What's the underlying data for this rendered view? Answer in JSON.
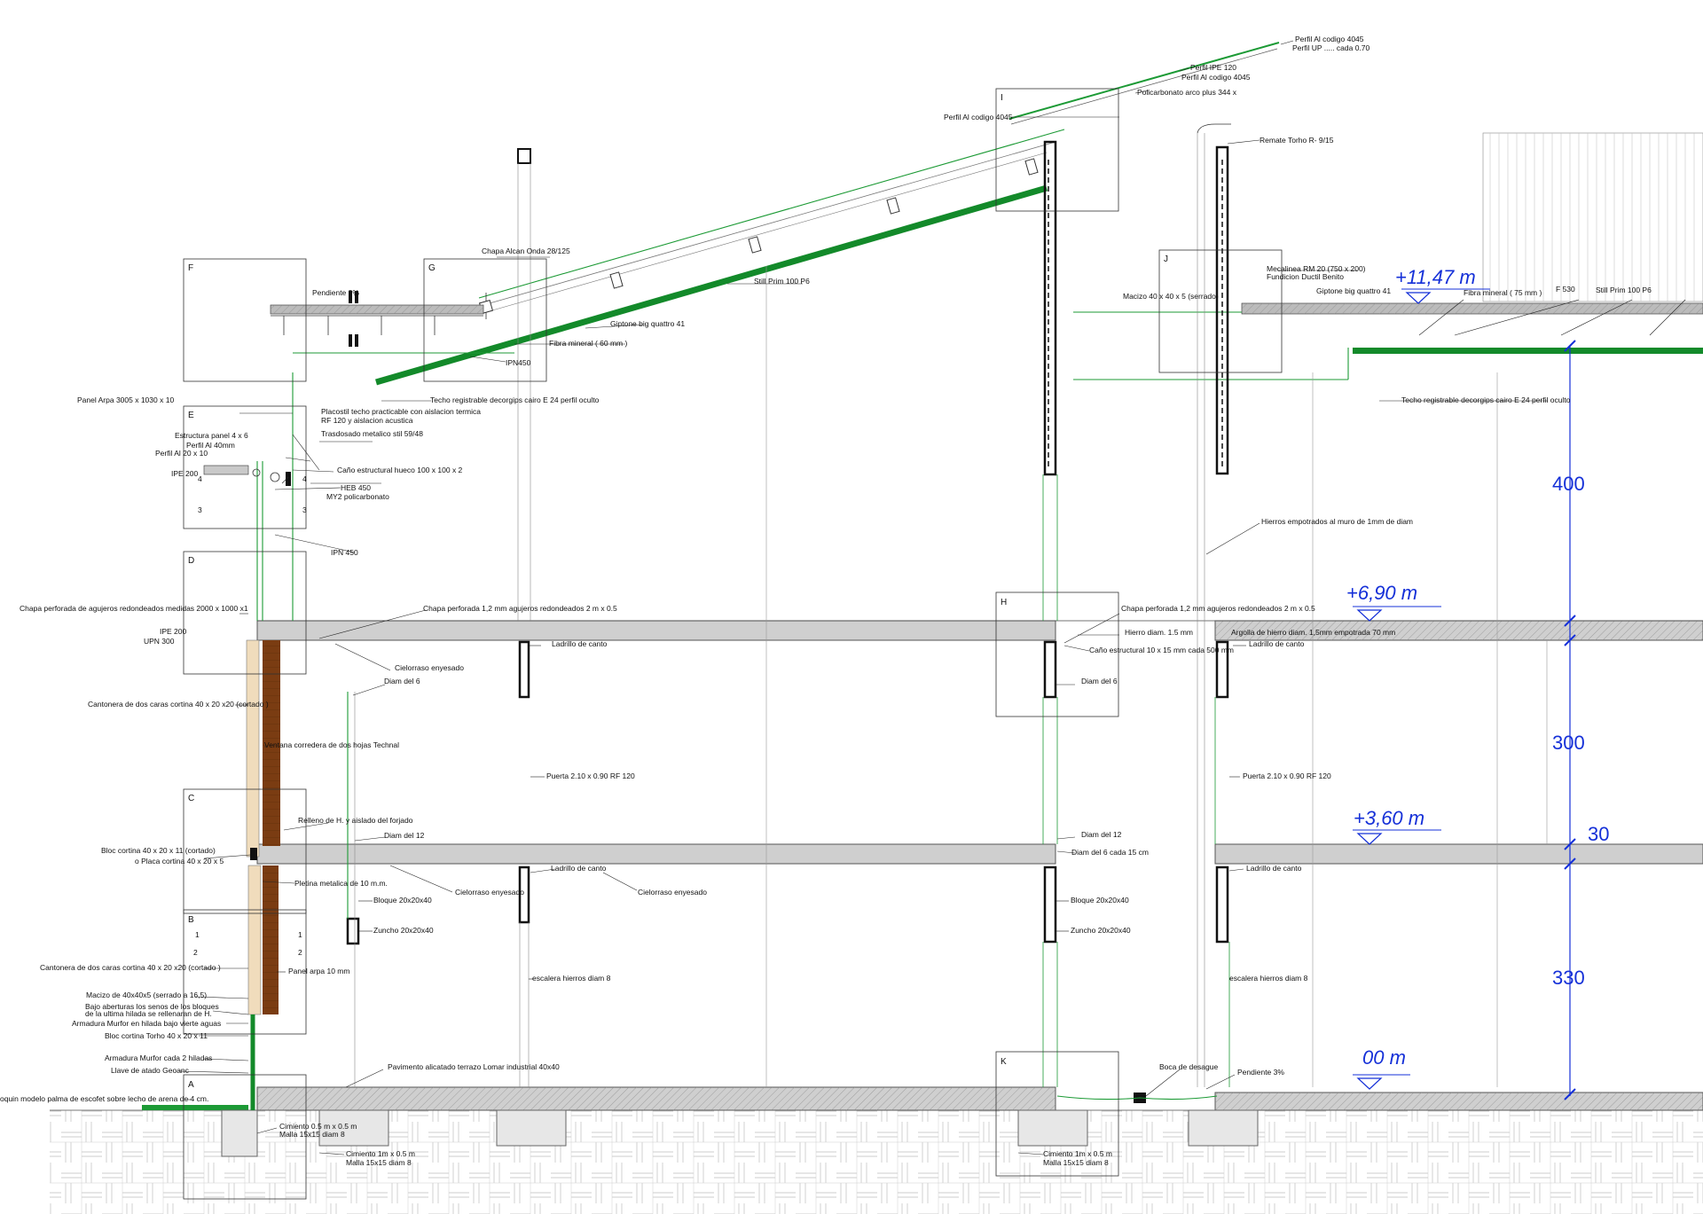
{
  "levels": [
    {
      "text": "+11,47 m"
    },
    {
      "text": "+6,90 m"
    },
    {
      "text": "+3,60 m"
    },
    {
      "text": "00 m"
    }
  ],
  "dimensions": [
    {
      "text": "400"
    },
    {
      "text": "300"
    },
    {
      "text": "30"
    },
    {
      "text": "330"
    }
  ],
  "detail_boxes": [
    "A",
    "B",
    "C",
    "D",
    "E",
    "F",
    "G",
    "H",
    "I",
    "J",
    "K"
  ],
  "section_marks": [
    "1",
    "1",
    "2",
    "2",
    "3",
    "3",
    "4",
    "4"
  ],
  "annotations": [
    "Perfil Al codigo 4045",
    "Perfil UP ..... cada 0.70",
    "Perfil IPE 120",
    "Perfil Al codigo 4045",
    "Policarbonato arco plus 344 x",
    "Perfil Al codigo 4045",
    "Remate Torho R- 9/15",
    "Chapa Alcan Onda 28/125",
    "Still Prim 100 P6",
    "Giptone big quattro 41",
    "Fibra mineral ( 60 mm )",
    "IPN450",
    "Techo registrable decorgips cairo E 24 perfil oculto",
    "Pendiente 2%",
    "Mecalinea RM 20 (750 x 200)",
    "Fundicion Ductil Benito",
    "Macizo 40 x 40 x 5 (serrado)",
    "Giptone big quattro 41",
    "Fibra mineral ( 75 mm )",
    "F 530",
    "Still Prim 100 P6",
    "Techo registrable decorgips cairo E 24 perfil oculto",
    "Panel Arpa 3005 x 1030 x 10",
    "Placostil techo practicable con aislacion termica",
    "RF 120 y aislacion acustica",
    "Estructura panel 4 x 6",
    "Trasdosado metalico stil 59/48",
    "Perfil Al 40mm",
    "Perfil Al 20 x 10",
    "Caño estructural hueco 100 x 100 x 2",
    "IPE 200",
    "HEB 450",
    "MY2 policarbonato",
    "IPN 450",
    "Hierros empotrados al muro de 1mm de diam",
    "Chapa perforada de agujeros redondeados  medidas 2000 x 1000 x1",
    "Chapa perforada 1,2 mm agujeros redondeados 2 m x 0.5",
    "IPE 200",
    "UPN 300",
    "Cielorraso enyesado",
    "Ladrillo de canto",
    "Chapa perforada 1,2 mm agujeros redondeados 2 m x 0.5",
    "Hierro diam. 1.5 mm",
    "Argolla de hierro  diam. 1,5mm empotrada 70 mm",
    "Caño estructural 10 x 15 mm cada 500 mm",
    "Ladrillo de canto",
    "Diam del 6",
    "Diam del 6",
    "Cantonera de dos caras cortina 40 x 20 x20 (cortado )",
    "Ventana corredera de dos hojas Technal",
    "Puerta  2.10 x 0.90 RF 120",
    "Puerta  2.10 x 0.90 RF 120",
    "Relleno de H. y aislado del forjado",
    "Diam del 12",
    "Diam del 12",
    "Diam del 6 cada 15 cm",
    "Bloc cortina 40 x 20 x 11 (cortado)",
    "o  Placa cortina 40 x 20 x 5",
    "Ladrillo de canto",
    "Ladrillo de canto",
    "Pletina metalica de 10 m.m.",
    "Cielorraso enyesado",
    "Cielorraso enyesado",
    "Bloque 20x20x40",
    "Bloque 20x20x40",
    "Zuncho 20x20x40",
    "Zuncho 20x20x40",
    "Cantonera de dos caras cortina 40 x 20 x20 (cortado )",
    "Panel arpa 10 mm",
    "escalera hierros diam 8",
    "escalera hierros diam 8",
    "Macizo de 40x40x5 (serrado a 16,5)",
    "Bajo aberturas los senos de los bloques",
    "de la ultima hilada se rellenaran de H.",
    "Armadura Murfor en hilada bajo vierte aguas",
    "Bloc cortina Torho 40 x 20 x 11",
    "Armadura Murfor cada 2 hiladas",
    "Llave de atado Geoanc",
    "Pavimento alicatado terrazo Lomar industrial 40x40",
    "Boca de desague",
    "Pendiente 3%",
    "oquin modelo palma de escofet sobre lecho de arena de 4 cm.",
    "Cimiento 0.5 m x 0.5 m",
    "Malla 15x15 diam 8",
    "Cimiento 1m x 0.5 m",
    "Malla 15x15 diam 8",
    "Cimiento 1m x 0.5 m",
    "Malla 15x15 diam 8"
  ]
}
